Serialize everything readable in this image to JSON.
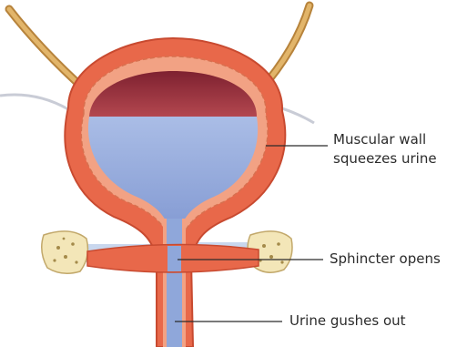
{
  "labels": {
    "muscular_wall_line1": "Muscular wall",
    "muscular_wall_line2": "squeezes urine",
    "sphincter": "Sphincter opens",
    "urine_out": "Urine gushes out"
  },
  "colors": {
    "muscle": "#e8684a",
    "muscle_dark": "#c84a30",
    "lining": "#f2a284",
    "urine": "#8fa7da",
    "urine_light": "#aabde6",
    "cavity_top": "#9c3340",
    "ureter": "#d9a85c",
    "bone": "#f3e6b8",
    "leader": "#2b2b2b"
  }
}
